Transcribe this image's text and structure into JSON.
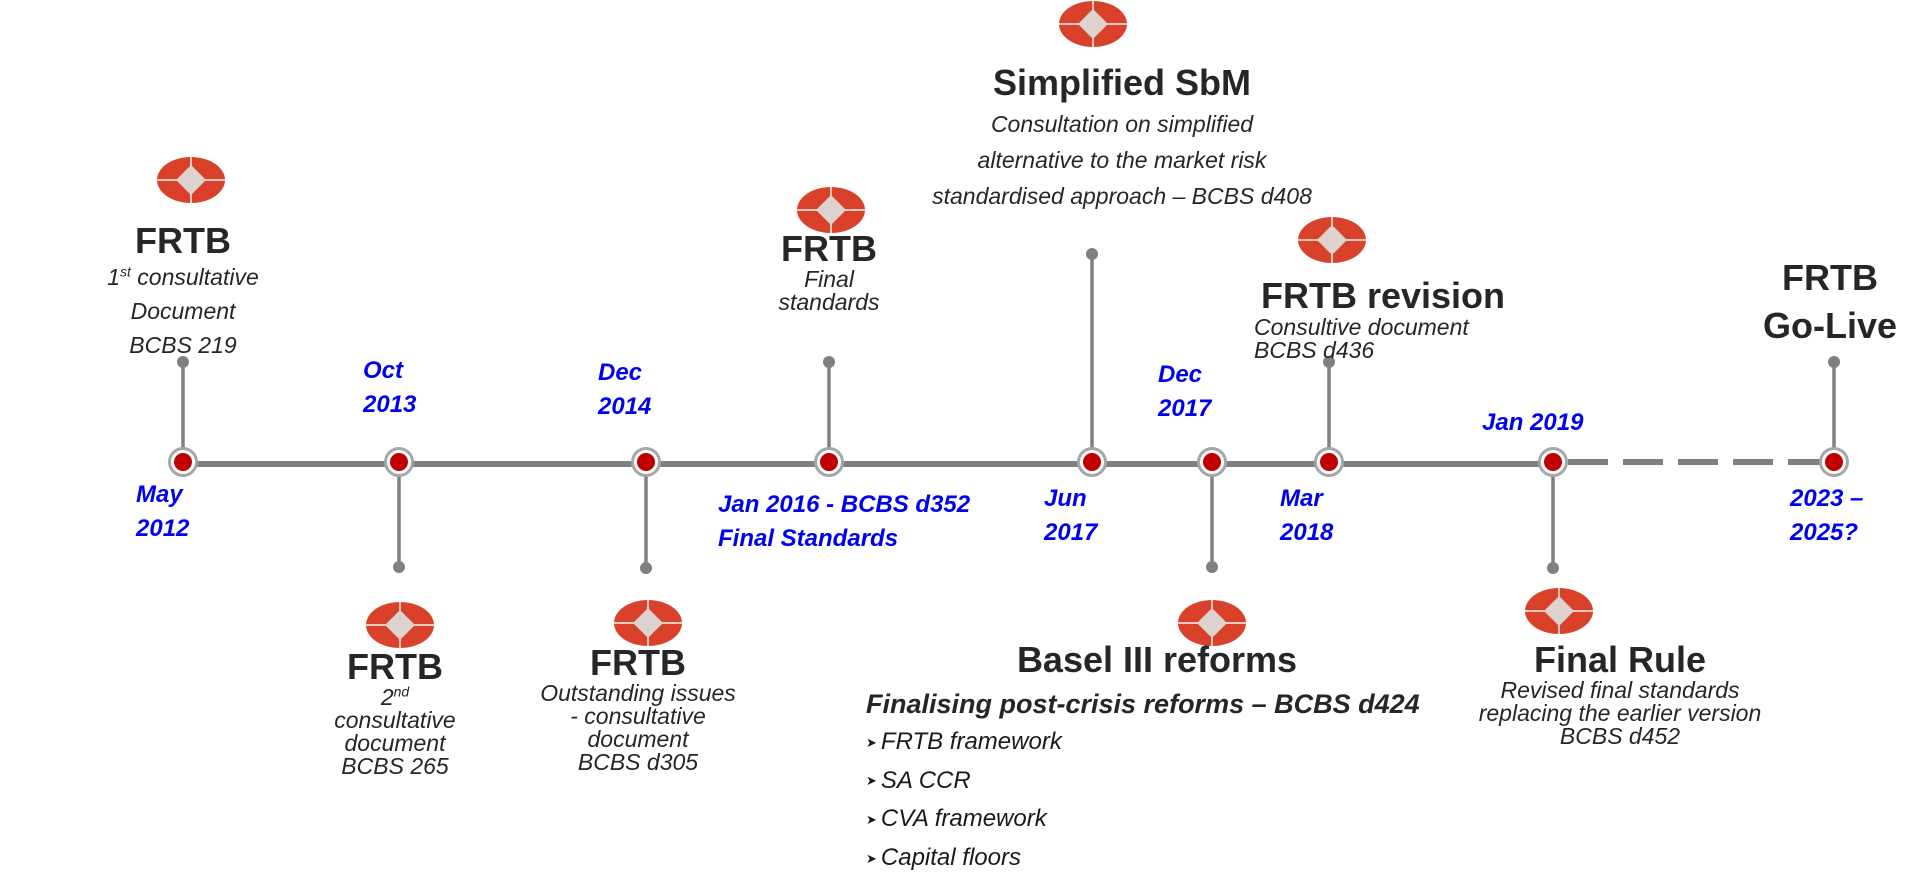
{
  "colors": {
    "line": "#808080",
    "node_fill": "#c00000",
    "node_ring": "#a6a6a6",
    "date_text": "#0000ee",
    "logo_red": "#d9412b",
    "logo_diamond": "#ddd2cd",
    "title_text": "#262626"
  },
  "timeline": {
    "milestones": [
      {
        "id": "may-2012",
        "date_lines": [
          "May",
          "2012"
        ],
        "side": "up"
      },
      {
        "id": "oct-2013",
        "date_lines": [
          "Oct",
          "2013"
        ],
        "side": "down"
      },
      {
        "id": "dec-2014",
        "date_lines": [
          "Dec",
          "2014"
        ],
        "side": "down"
      },
      {
        "id": "jan-2016",
        "date_lines": [
          "Jan 2016 - BCBS d352",
          "Final Standards"
        ],
        "side": "up"
      },
      {
        "id": "jun-2017",
        "date_lines": [
          "Jun",
          "2017"
        ],
        "side": "up"
      },
      {
        "id": "dec-2017",
        "date_lines": [
          "Dec",
          "2017"
        ],
        "side": "down"
      },
      {
        "id": "mar-2018",
        "date_lines": [
          "Mar",
          "2018"
        ],
        "side": "up"
      },
      {
        "id": "jan-2019",
        "date_lines": [
          "Jan 2019"
        ],
        "side": "down"
      },
      {
        "id": "go-live",
        "date_lines": [
          "2023 –",
          "2025?"
        ],
        "side": "up"
      }
    ]
  },
  "events": {
    "frtb1": {
      "title": "FRTB",
      "sup_prefix": "1",
      "sup": "st",
      "lines": [
        " consultative",
        "Document",
        "BCBS 219"
      ],
      "icon": "hsbc-logo-icon"
    },
    "frtb2": {
      "title": "FRTB",
      "sup_prefix": "2",
      "sup": "nd",
      "lines": [
        "consultative",
        "document",
        "BCBS 265"
      ],
      "icon": "hsbc-logo-icon"
    },
    "frtb3": {
      "title": "FRTB",
      "lines": [
        "Outstanding issues",
        "-  consultative",
        "document",
        "BCBS d305"
      ],
      "icon": "hsbc-logo-icon"
    },
    "frtb4": {
      "title": "FRTB",
      "lines": [
        "Final",
        "standards"
      ],
      "icon": "hsbc-logo-icon"
    },
    "sbm": {
      "title": "Simplified SbM",
      "lines": [
        "Consultation on  simplified",
        "alternative to the  market risk",
        "standardised  approach – BCBS d408"
      ],
      "icon": "hsbc-logo-icon"
    },
    "basel": {
      "title": "Basel III reforms",
      "subtitle": "Finalising  post-crisis reforms – BCBS d424",
      "bullets": [
        "FRTB framework",
        "SA CCR",
        "CVA framework",
        "Capital floors"
      ],
      "bullet_icon": "arrowhead-bullet-icon",
      "icon": "hsbc-logo-icon"
    },
    "revision": {
      "title": "FRTB revision",
      "lines": [
        "Consultive document",
        "BCBS d436"
      ],
      "icon": "hsbc-logo-icon"
    },
    "final_rule": {
      "title": "Final Rule",
      "lines": [
        "Revised final standards",
        "replacing the earlier version",
        "BCBS d452"
      ],
      "icon": "hsbc-logo-icon"
    },
    "golive": {
      "title_lines": [
        "FRTB",
        "Go-Live"
      ]
    }
  }
}
